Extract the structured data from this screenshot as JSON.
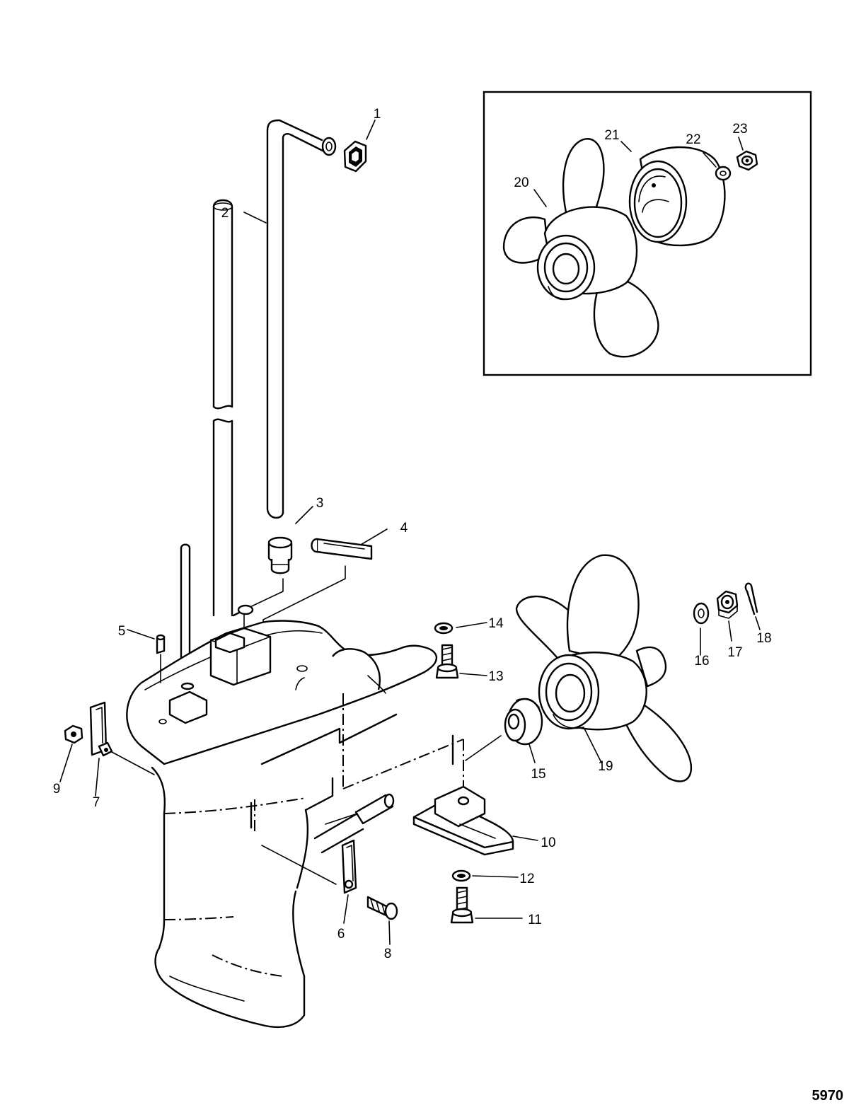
{
  "figure_number": "5970",
  "callouts": [
    {
      "id": "1",
      "text": "1"
    },
    {
      "id": "2",
      "text": "2"
    },
    {
      "id": "3",
      "text": "3"
    },
    {
      "id": "4",
      "text": "4"
    },
    {
      "id": "5",
      "text": "5"
    },
    {
      "id": "6",
      "text": "6"
    },
    {
      "id": "7",
      "text": "7"
    },
    {
      "id": "8",
      "text": "8"
    },
    {
      "id": "9",
      "text": "9"
    },
    {
      "id": "10",
      "text": "10"
    },
    {
      "id": "11",
      "text": "11"
    },
    {
      "id": "12",
      "text": "12"
    },
    {
      "id": "13",
      "text": "13"
    },
    {
      "id": "14",
      "text": "14"
    },
    {
      "id": "15",
      "text": "15"
    },
    {
      "id": "16",
      "text": "16"
    },
    {
      "id": "17",
      "text": "17"
    },
    {
      "id": "18",
      "text": "18"
    },
    {
      "id": "19",
      "text": "19"
    },
    {
      "id": "20",
      "text": "20"
    },
    {
      "id": "21",
      "text": "21"
    },
    {
      "id": "22",
      "text": "22"
    },
    {
      "id": "23",
      "text": "23"
    }
  ],
  "colors": {
    "line": "#000000",
    "background": "#ffffff"
  }
}
